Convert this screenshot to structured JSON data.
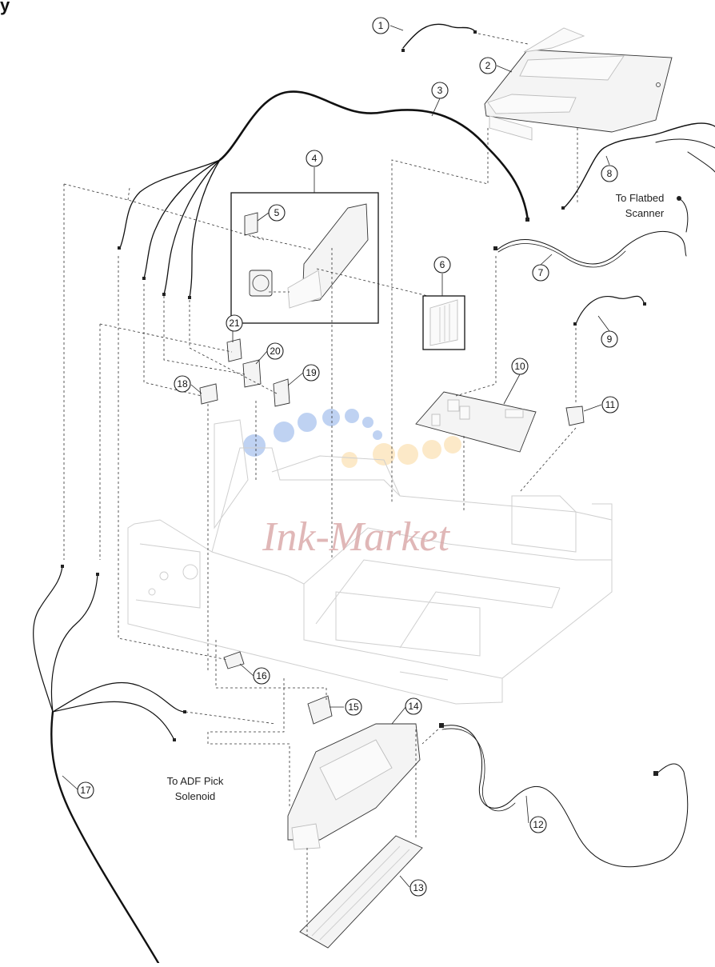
{
  "header": {
    "title": "y"
  },
  "callouts": [
    "1",
    "2",
    "3",
    "4",
    "5",
    "6",
    "7",
    "8",
    "9",
    "10",
    "11",
    "12",
    "13",
    "14",
    "15",
    "16",
    "17",
    "18",
    "19",
    "20",
    "21"
  ],
  "labels": {
    "flatbed_line1": "To Flatbed",
    "flatbed_line2": "Scanner",
    "adf_line1": "To ADF Pick",
    "adf_line2": "Solenoid"
  },
  "watermark": "Ink-Market",
  "colors": {
    "line": "#222222",
    "ghost": "#cfcfcf",
    "watermark_red": "#d9a6a6",
    "dot_blue": "#aac4ee",
    "dot_yellow": "#fbe2b6"
  }
}
